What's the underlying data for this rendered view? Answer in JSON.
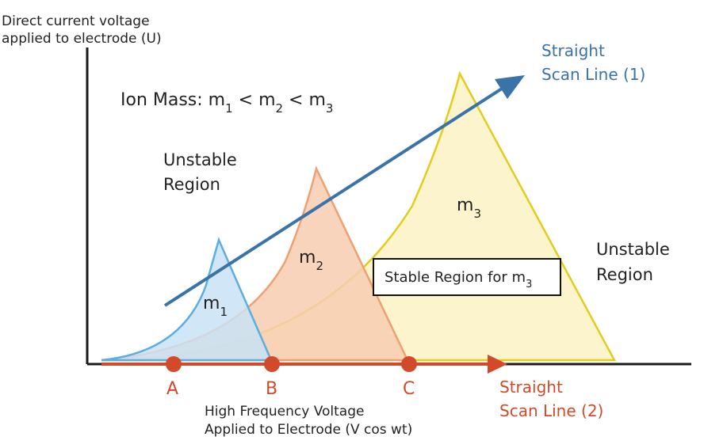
{
  "axes": {
    "y_label_line1": "Direct current voltage",
    "y_label_line2": "applied to electrode (U)",
    "x_label_line1": "High Frequency Voltage",
    "x_label_line2": "Applied to Electrode (V cos wt)"
  },
  "ion_mass": {
    "prefix": "Ion Mass: m",
    "sub1": "1",
    "lt1": " < m",
    "sub2": "2",
    "lt2": " < m",
    "sub3": "3"
  },
  "regions": {
    "unstable_left_line1": "Unstable",
    "unstable_left_line2": "Region",
    "unstable_right_line1": "Unstable",
    "unstable_right_line2": "Region",
    "stable_box_text": "Stable Region for m",
    "stable_box_sub": "3"
  },
  "triangles": [
    {
      "base": "m",
      "sub": "1"
    },
    {
      "base": "m",
      "sub": "2"
    },
    {
      "base": "m",
      "sub": "3"
    }
  ],
  "scan_lines": {
    "line1_line1": "Straight",
    "line1_line2": "Scan Line (1)",
    "line2_line1": "Straight",
    "line2_line2": "Scan Line (2)"
  },
  "points": [
    "A",
    "B",
    "C"
  ],
  "colors": {
    "m1_stroke": "#5aaee0",
    "m1_fill": "#c9e2f4",
    "m2_stroke": "#f0a070",
    "m2_fill": "#f7cdb2",
    "m3_stroke": "#e3cc1a",
    "m3_fill": "#fbf3c8",
    "scan1": "#3a73a8",
    "scan2": "#d34a2a",
    "axis": "#1a1a1a"
  }
}
